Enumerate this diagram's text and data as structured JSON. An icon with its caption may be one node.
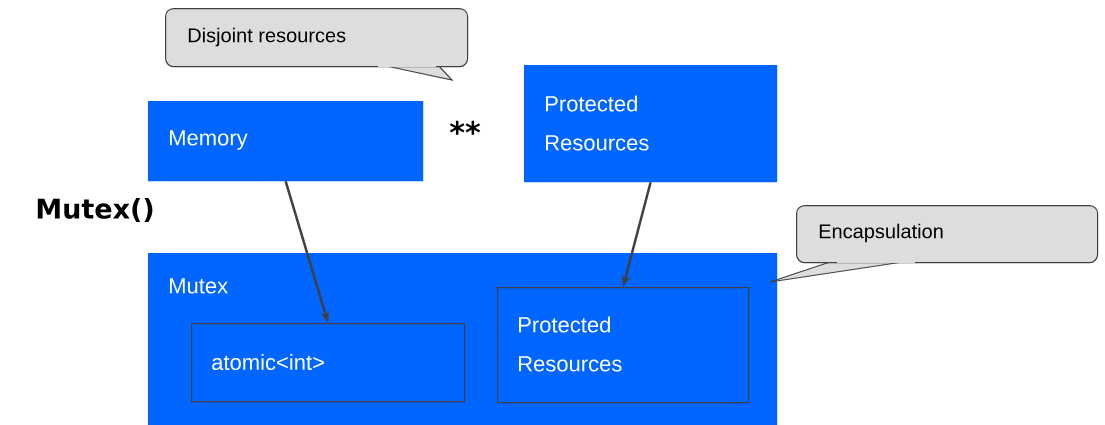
{
  "diagram": {
    "nodes": [
      {
        "text": [
          "Disjoint resources"
        ]
      },
      {
        "text": [
          "Memory"
        ]
      },
      {
        "text": [
          "Protected Resources"
        ]
      },
      {
        "text": [
          "Mutex"
        ]
      },
      {
        "text": [
          "atomic<int>"
        ],
        "in": 3
      },
      {
        "text": [
          "Protected Resources"
        ],
        "in": 3
      },
      {
        "text": [
          "Encapsulation"
        ]
      }
    ],
    "edges": [
      {
        "from": 1,
        "to": 4,
        "arrow": "to"
      },
      {
        "from": 2,
        "to": 5,
        "arrow": "to"
      }
    ],
    "labels": [
      "**",
      "Mutex()"
    ]
  }
}
